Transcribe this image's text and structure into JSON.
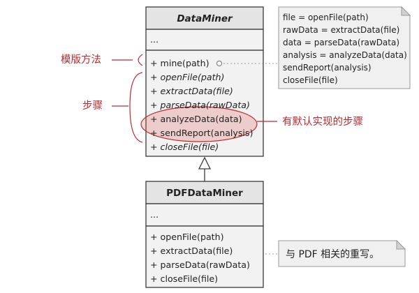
{
  "base_class": {
    "name": "DataMiner",
    "fields": "...",
    "methods": [
      {
        "label": "+ mine(path)",
        "italic": false
      },
      {
        "label": "+ openFile(path)",
        "italic": true
      },
      {
        "label": "+ extractData(file)",
        "italic": true
      },
      {
        "label": "+ parseData(rawData)",
        "italic": true
      },
      {
        "label": "+ analyzeData(data)",
        "italic": false
      },
      {
        "label": "+ sendReport(analysis)",
        "italic": false
      },
      {
        "label": "+ closeFile(file)",
        "italic": true
      }
    ]
  },
  "sub_class": {
    "name": "PDFDataMiner",
    "fields": "...",
    "methods": [
      "+ openFile(path)",
      "+ extractData(file)",
      "+ parseData(rawData)",
      "+ closeFile(file)"
    ]
  },
  "code_note": {
    "lines": [
      "file = openFile(path)",
      "rawData = extractData(file)",
      "data = parseData(rawData)",
      "analysis = analyzeData(data)",
      "sendReport(analysis)",
      "closeFile(file)"
    ]
  },
  "sub_note": {
    "text": "与 PDF 相关的重写。"
  },
  "annotations": {
    "template_method": "模版方法",
    "steps": "步骤",
    "default_steps": "有默认实现的步骤"
  },
  "colors": {
    "annotation": "#c0282e",
    "box_fill": "#f2f2f2",
    "note_fill": "#f0f0f0"
  }
}
